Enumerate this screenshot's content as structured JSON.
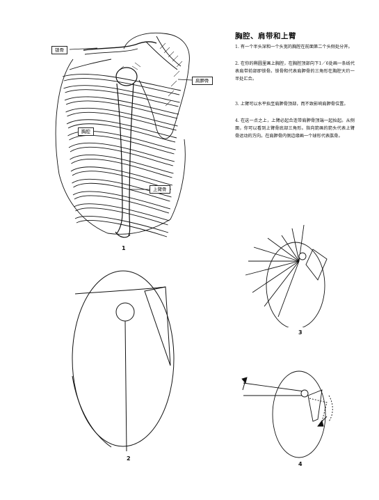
{
  "text": {
    "heading": "胸腔、肩带和上臂",
    "paragraphs": [
      "1. 有一个半头深和一个头宽的胸腔在前面第二个头侧处分开。",
      "2. 在你的椭圆里画上胸腔，在胸腔顶部向下1／6处画一条线代表肩带前部即锁骨。锁骨和代表肩胛骨的三角形在胸腔大约一半处汇合。",
      "3. 上臂可以水平抬至肩胛骨顶部，而不致影响肩胛骨位置。",
      "4. 在这一点之上，上臂必起合连带肩胛骨顶端一起抬起。从侧面，你可以看到上臂骨底部三角形。指向箭画的箭头代表上臂骨运动的方向。在肩胛骨内侧边缘画一个球形代表肱骨。"
    ]
  },
  "labels": {
    "clavicle": "锁骨",
    "scapula": "肩胛骨",
    "ribcage": "胸腔",
    "humerus": "上臂骨"
  },
  "figure_numbers": [
    "1",
    "2",
    "3",
    "4"
  ]
}
